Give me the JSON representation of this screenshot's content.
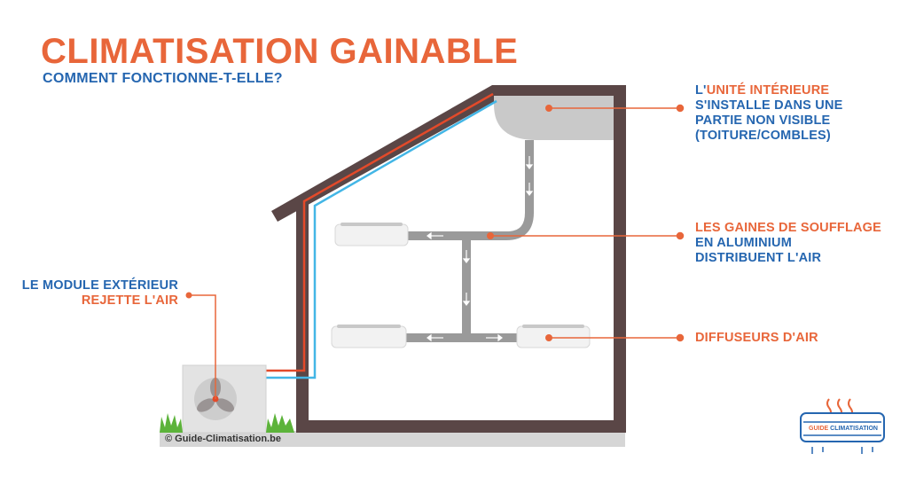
{
  "header": {
    "title": "CLIMATISATION GAINABLE",
    "subtitle": "COMMENT FONCTIONNE-T-ELLE?"
  },
  "labels": {
    "indoor_unit": {
      "prefix": "L'",
      "highlight": "UNITÉ INTÉRIEURE",
      "line2": "S'INSTALLE DANS UNE",
      "line3": "PARTIE NON VISIBLE",
      "line4": "(TOITURE/COMBLES)"
    },
    "ducts": {
      "line1": "LES GAINES DE SOUFFLAGE",
      "line2": "EN ALUMINIUM",
      "line3": "DISTRIBUENT L'AIR"
    },
    "diffusers": {
      "line1": "DIFFUSEURS D'AIR"
    },
    "outdoor": {
      "line1": "LE MODULE EXTÉRIEUR",
      "line2": "REJETTE L'AIR"
    }
  },
  "footer": {
    "copyright": "© Guide-Climatisation.be"
  },
  "logo": {
    "word1": "GUIDE",
    "word2": "CLIMATISATION"
  },
  "colors": {
    "orange": "#e8663a",
    "blue": "#2566b0",
    "wall": "#5a4646",
    "duct": "#9a9a9a",
    "unit": "#c9c9c9",
    "grass": "#5cb33a",
    "hot_pipe": "#e34a2a",
    "cold_pipe": "#43b6e6"
  }
}
